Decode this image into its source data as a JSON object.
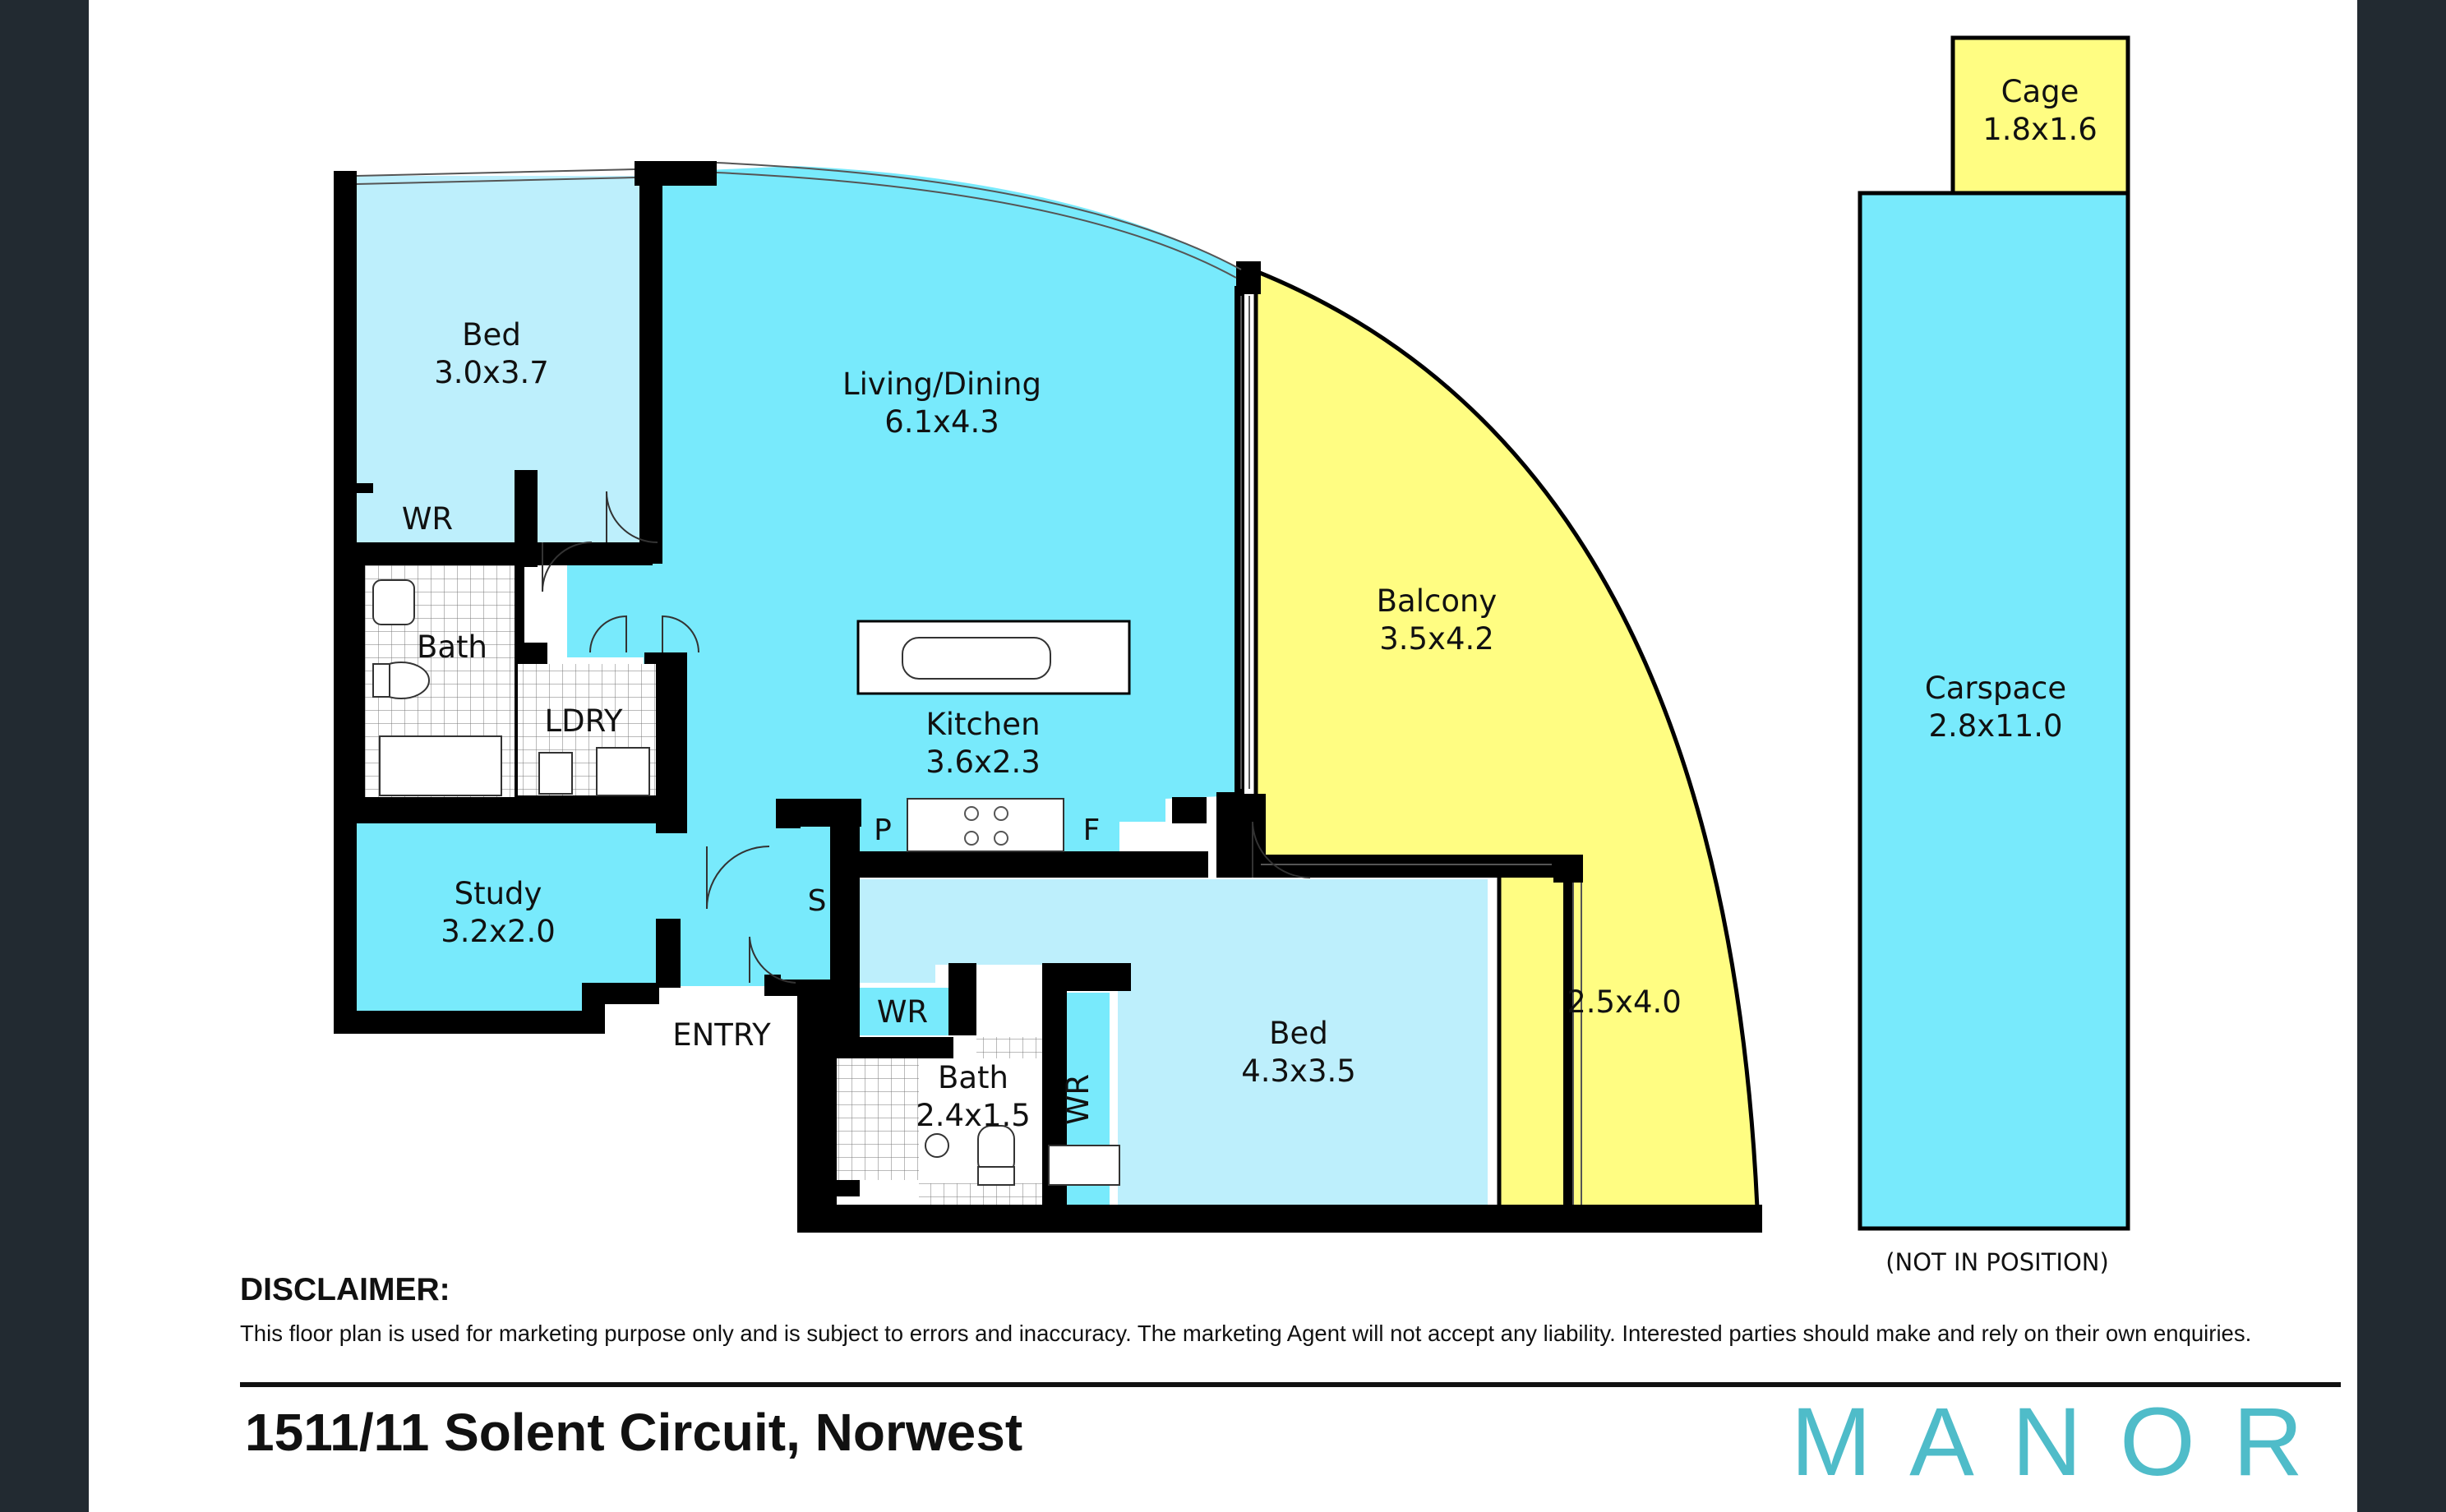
{
  "rooms": {
    "bed1": {
      "name": "Bed",
      "size": "3.0x3.7"
    },
    "wr1": {
      "name": "WR"
    },
    "living": {
      "name": "Living/Dining",
      "size": "6.1x4.3"
    },
    "bath1": {
      "name": "Bath"
    },
    "laundry": {
      "name": "LDRY"
    },
    "kitchen": {
      "name": "Kitchen",
      "size": "3.6x2.3"
    },
    "pantry": {
      "name": "P"
    },
    "fridge": {
      "name": "F"
    },
    "storage": {
      "name": "S"
    },
    "study": {
      "name": "Study",
      "size": "3.2x2.0"
    },
    "entry": {
      "name": "ENTRY"
    },
    "wr2": {
      "name": "WR"
    },
    "bath2": {
      "name": "Bath",
      "size": "2.4x1.5"
    },
    "wr3": {
      "name": "WR"
    },
    "bed2": {
      "name": "Bed",
      "size": "4.3x3.5"
    },
    "balcony": {
      "name": "Balcony",
      "size": "3.5x4.2"
    },
    "balcony2": {
      "size": "2.5x4.0"
    },
    "cage": {
      "name": "Cage",
      "size": "1.8x1.6"
    },
    "carspace": {
      "name": "Carspace",
      "size": "2.8x11.0",
      "note": "(NOT IN POSITION)"
    }
  },
  "disclaimer": {
    "title": "DISCLAIMER:",
    "text": "This floor plan is used for marketing purpose only and is subject to errors and inaccuracy. The marketing Agent will not accept any liability. Interested parties should make and rely on their own enquiries."
  },
  "address": "1511/11 Solent Circuit, Norwest",
  "brand": "MANOR",
  "colors": {
    "living_blue": "#78eafc",
    "bedroom_blue": "#bdeffc",
    "balcony_yellow": "#fffd82",
    "wall": "#000000",
    "brand_teal": "#4fbcc9",
    "frame": "#222a31"
  }
}
